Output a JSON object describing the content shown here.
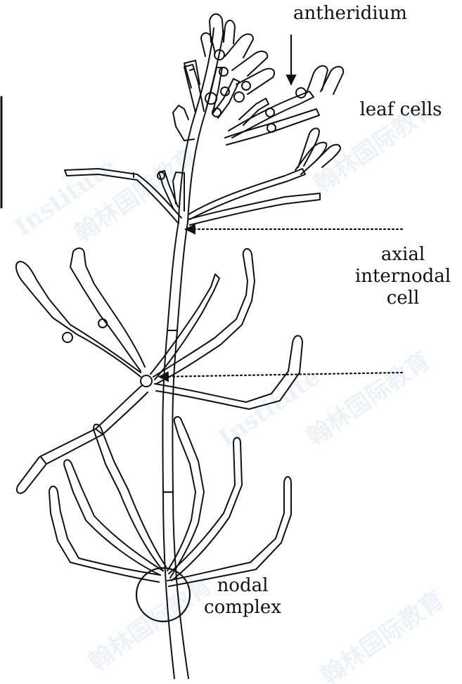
{
  "labels": {
    "antheridium": "antheridium",
    "leaf_cells": "leaf cells",
    "axial_internodal_cell": [
      "axial",
      "internodal",
      "cell"
    ],
    "nodal_complex": [
      "nodal",
      "complex"
    ]
  },
  "watermark": {
    "text_a": "Institute",
    "text_b": "翰林国际教育"
  },
  "colors": {
    "line": "#111111",
    "watermark": "#7a9fd6",
    "background": "#ffffff"
  }
}
